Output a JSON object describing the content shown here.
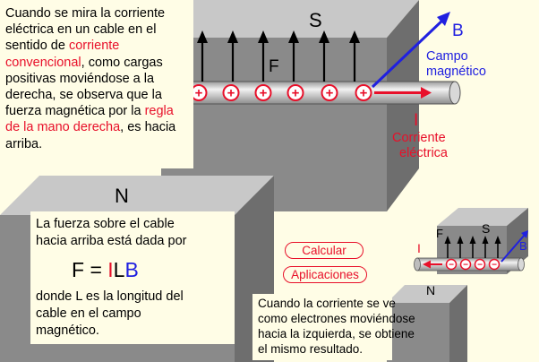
{
  "intro": {
    "p1": "Cuando se mira la corriente eléctrica en un cable en el sentido de ",
    "link1": "corriente convencional",
    "p2": ", como cargas positivas moviéndose a la derecha,  se observa que la fuerza magnética por la ",
    "link2": "regla de la mano derecha",
    "p3": ", es hacia arriba."
  },
  "labels": {
    "south": "S",
    "north": "N",
    "force": "F",
    "field": "B",
    "field_caption_1": "Campo",
    "field_caption_2": "magnético",
    "current": "I",
    "current_caption_1": "Corriente",
    "current_caption_2": "eléctrica",
    "plus": "+",
    "minus": "−"
  },
  "force_box": {
    "line1": "La fuerza sobre el cable",
    "line2": "hacia arriba está dada por",
    "formula_f": "F",
    "formula_eq": " = ",
    "formula_i": "I",
    "formula_l": "L",
    "formula_b": "B",
    "line3": "donde L es la longitud del",
    "line4": "cable en el campo",
    "line5": "magnético."
  },
  "buttons": {
    "calcular": "Calcular",
    "aplicaciones": "Aplicaciones"
  },
  "electron_note": {
    "line1": "Cuando la corriente se ve",
    "line2": "como electrones moviéndose",
    "line3": "hacia la izquierda, se obtiene",
    "line4": "el mismo resultado."
  },
  "colors": {
    "background": "#fffde6",
    "magnet": "#8a8a8a",
    "magnet_top": "#c8c8c8",
    "accent_red": "#e8102a",
    "field_blue": "#2020e0"
  }
}
